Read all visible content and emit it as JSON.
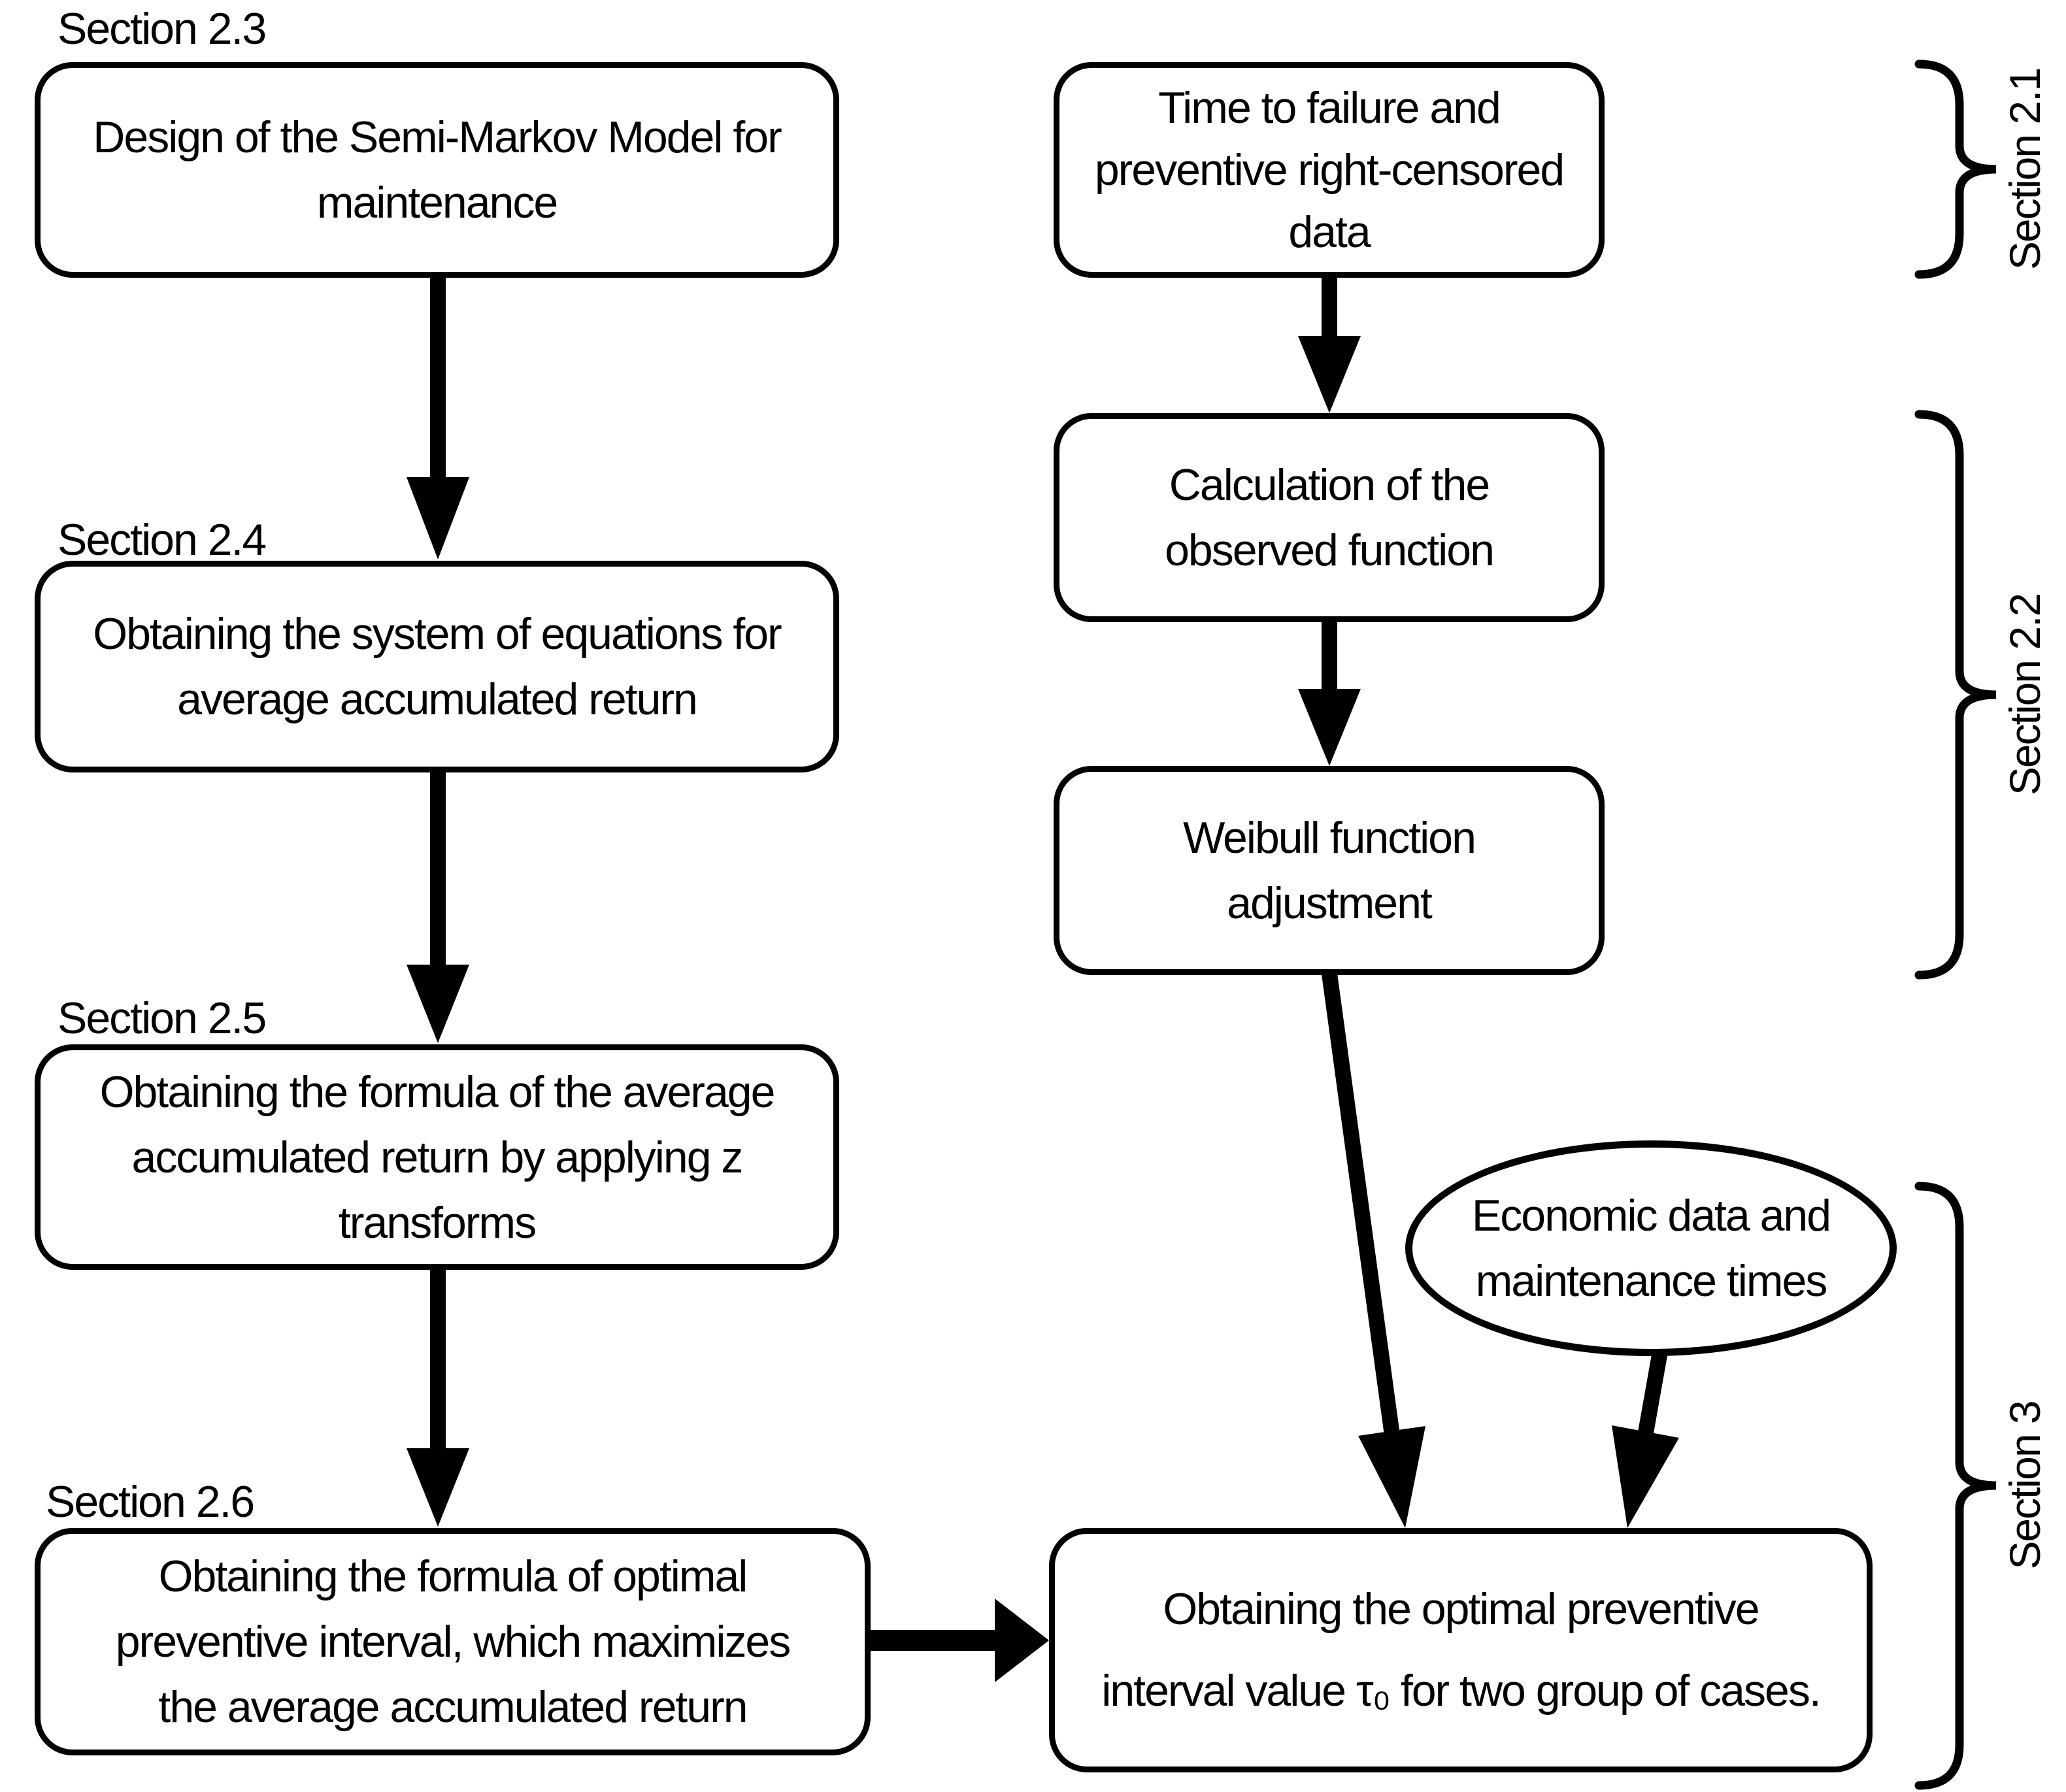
{
  "page": {
    "ink_color": "#000000",
    "background_color": "#ffffff"
  },
  "section_labels": {
    "s23": "Section 2.3",
    "s24": "Section 2.4",
    "s25": "Section 2.5",
    "s26": "Section 2.6"
  },
  "brace_labels": {
    "s21": "Section 2.1",
    "s22": "Section 2.2",
    "s3": "Section 3"
  },
  "boxes": {
    "design": {
      "lines": [
        "Design of the Semi-Markov Model for",
        "maintenance"
      ]
    },
    "equations": {
      "lines": [
        "Obtaining the system of equations for",
        "average accumulated return"
      ]
    },
    "z_transforms": {
      "lines": [
        "Obtaining the formula of the average",
        "accumulated return by applying z",
        "transforms"
      ]
    },
    "optimal_formula": {
      "lines": [
        "Obtaining the formula of optimal",
        "preventive interval, which maximizes",
        "the average accumulated return"
      ]
    },
    "failure_data": {
      "lines": [
        "Time to failure and",
        "preventive right-censored",
        "data"
      ]
    },
    "observed_function": {
      "lines": [
        "Calculation of the",
        "observed function"
      ]
    },
    "weibull": {
      "lines": [
        "Weibull function",
        "adjustment"
      ]
    },
    "optimal_value": {
      "lines": [
        "Obtaining the optimal preventive",
        "interval value τ₀ for two group of cases."
      ]
    },
    "economic": {
      "lines": [
        "Economic data and",
        "maintenance times"
      ]
    }
  }
}
